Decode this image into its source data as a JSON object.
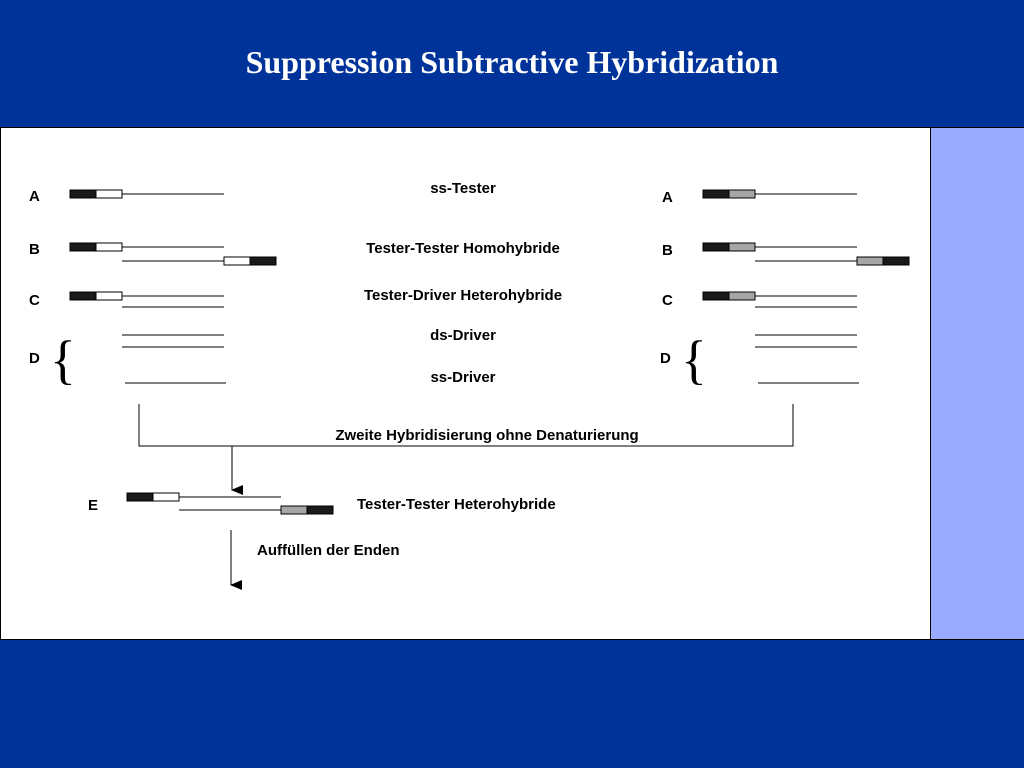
{
  "slide": {
    "title": "Suppression Subtractive Hybridization"
  },
  "rows": {
    "a": "A",
    "b": "B",
    "c": "C",
    "d": "D",
    "e": "E"
  },
  "captions": {
    "ss_tester": "ss-Tester",
    "homohybride": "Tester-Tester Homohybride",
    "heterohybride": "Tester-Driver Heterohybride",
    "ds_driver": "ds-Driver",
    "ss_driver": "ss-Driver",
    "second_hybridization": "Zweite Hybridisierung ohne Denaturierung",
    "tester_heterohybride": "Tester-Tester Heterohybride",
    "fill_in": "Auffüllen der Enden"
  },
  "colors": {
    "header": "#003399",
    "sidebar": "#99aaff",
    "adapter_dark": "#1a1a1a",
    "adapter_1": "#ffffff",
    "adapter_2": "#a6a6a6"
  }
}
